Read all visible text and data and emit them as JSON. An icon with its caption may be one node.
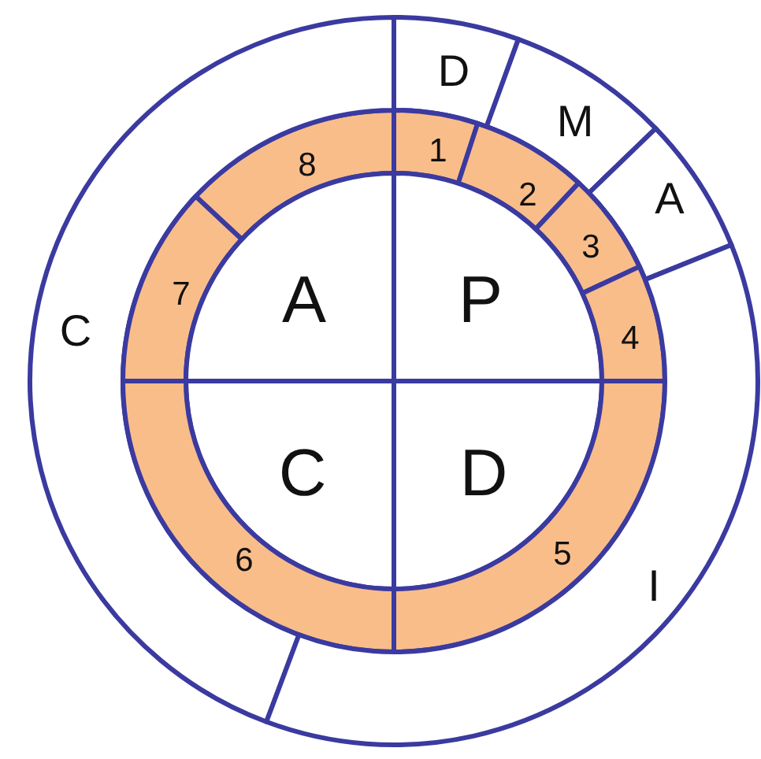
{
  "diagram": {
    "nodes": [
      {
        "text": [
          "D"
        ]
      },
      {
        "text": [
          "M"
        ]
      },
      {
        "text": [
          "8"
        ]
      },
      {
        "text": [
          "1"
        ]
      },
      {
        "text": [
          "A"
        ]
      },
      {
        "text": [
          "2"
        ]
      },
      {
        "text": [
          "3"
        ]
      },
      {
        "text": [
          "C"
        ]
      },
      {
        "text": [
          "7"
        ]
      },
      {
        "text": [
          "A"
        ]
      },
      {
        "text": [
          "P"
        ]
      },
      {
        "text": [
          "4"
        ]
      },
      {
        "text": [
          "C"
        ]
      },
      {
        "text": [
          "D"
        ]
      },
      {
        "text": [
          "6"
        ]
      },
      {
        "text": [
          "5"
        ]
      },
      {
        "text": [
          "I"
        ]
      }
    ]
  }
}
